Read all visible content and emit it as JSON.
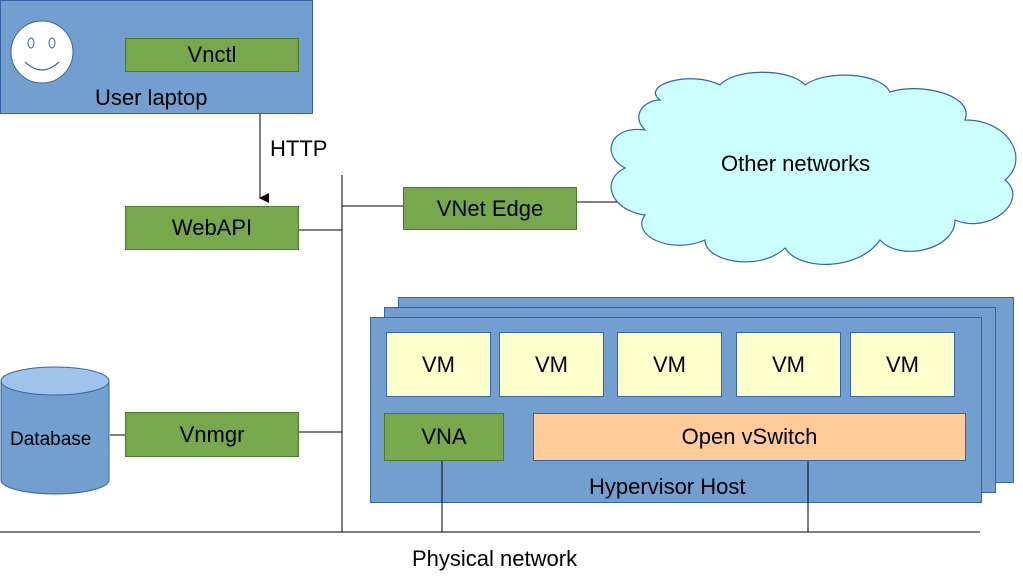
{
  "user_laptop": {
    "label": "User laptop",
    "vnctl": "Vnctl"
  },
  "http_label": "HTTP",
  "webapi": "WebAPI",
  "vnet_edge": "VNet Edge",
  "other_networks": "Other networks",
  "database": "Database",
  "vnmgr": "Vnmgr",
  "hypervisor": {
    "label": "Hypervisor Host",
    "vms": [
      "VM",
      "VM",
      "VM",
      "VM",
      "VM"
    ],
    "vna": "VNA",
    "ovs": "Open vSwitch"
  },
  "physical_network": "Physical network",
  "colors": {
    "component_green": "#77a84c",
    "host_blue": "#729fcf",
    "vm_yellow": "#ffffcc",
    "ovs_orange": "#ffcc99",
    "cloud_cyan": "#ccffff"
  }
}
